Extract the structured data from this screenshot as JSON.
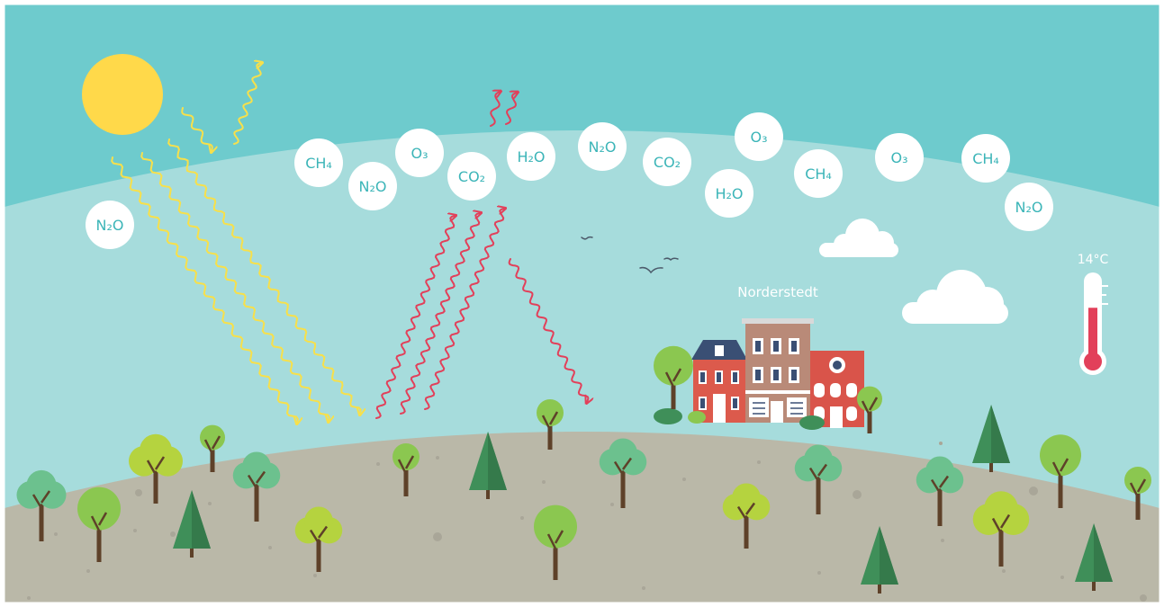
{
  "colors": {
    "sky_top": "#6ecbcd",
    "sky_inner": "#a6dcdc",
    "ground": "#bab8a8",
    "sun": "#ffd94a",
    "sun_ray": "#f7e04b",
    "heat_ray": "#e2405a",
    "molecule_text": "#3cb5b8",
    "tree_light": "#8bc750",
    "tree_mint": "#6cc18e",
    "tree_lime": "#b5d33f",
    "conifer": "#3f8f59",
    "trunk": "#5e4129",
    "thermo_red": "#e2405a"
  },
  "location": {
    "name": "Norderstedt"
  },
  "thermometer": {
    "temperature": "14°C",
    "fill_fraction": 0.45
  },
  "molecules": [
    {
      "formula": "N₂O"
    },
    {
      "formula": "CH₄"
    },
    {
      "formula": "N₂O"
    },
    {
      "formula": "O₃"
    },
    {
      "formula": "CO₂"
    },
    {
      "formula": "H₂O"
    },
    {
      "formula": "N₂O"
    },
    {
      "formula": "CO₂"
    },
    {
      "formula": "H₂O"
    },
    {
      "formula": "O₃"
    },
    {
      "formula": "CH₄"
    },
    {
      "formula": "O₃"
    },
    {
      "formula": "CH₄"
    },
    {
      "formula": "N₂O"
    }
  ],
  "icons": {
    "sun": "sun-icon",
    "cloud": "cloud-icon",
    "bird": "bird-icon",
    "thermometer": "thermometer-icon",
    "tree": "tree-icon",
    "house": "house-icon"
  }
}
